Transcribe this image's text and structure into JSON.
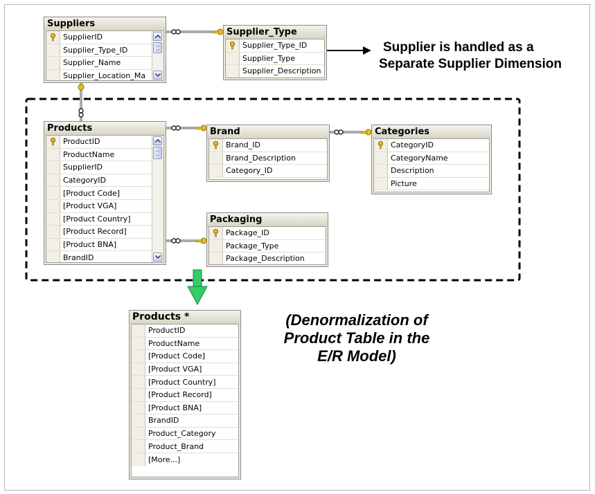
{
  "tables": {
    "suppliers": {
      "title": "Suppliers",
      "columns": [
        "SupplierID",
        "Supplier_Type_ID",
        "Supplier_Name",
        "Supplier_Location_Ma"
      ]
    },
    "supplier_type": {
      "title": "Supplier_Type",
      "columns": [
        "Supplier_Type_ID",
        "Supplier_Type",
        "Supplier_Description"
      ]
    },
    "products": {
      "title": "Products",
      "columns": [
        "ProductID",
        "ProductName",
        "SupplierID",
        "CategoryID",
        "[Product Code]",
        "[Product VGA]",
        "[Product Country]",
        "[Product Record]",
        "[Product BNA]",
        "BrandID"
      ]
    },
    "brand": {
      "title": "Brand",
      "columns": [
        "Brand_ID",
        "Brand_Description",
        "Category_ID"
      ]
    },
    "categories": {
      "title": "Categories",
      "columns": [
        "CategoryID",
        "CategoryName",
        "Description",
        "Picture"
      ]
    },
    "packaging": {
      "title": "Packaging",
      "columns": [
        "Package_ID",
        "Package_Type",
        "Package_Description"
      ]
    },
    "products_denorm": {
      "title": "Products *",
      "columns": [
        "ProductID",
        "ProductName",
        "[Product Code]",
        "[Product VGA]",
        "[Product Country]",
        "[Product Record]",
        "[Product BNA]",
        "BrandID",
        "Product_Category",
        "Product_Brand",
        "[More...]"
      ]
    }
  },
  "notes": {
    "supplier_note_line1": "Supplier is handled as a",
    "supplier_note_line2": "Separate Supplier Dimension",
    "denorm_note_line1": "(Denormalization of",
    "denorm_note_line2": "Product Table in the",
    "denorm_note_line3": "E/R Model)"
  },
  "colors": {
    "key_icon": "#e8c21c",
    "arrow_down": "#33cc66",
    "dashed_border": "#000000",
    "table_header": "#ece9d8"
  },
  "icons": [
    "key-icon",
    "scroll-up-icon",
    "scroll-down-icon",
    "arrow-right-icon",
    "arrow-down-icon",
    "relationship-key-icon",
    "relationship-infinity-icon"
  ]
}
